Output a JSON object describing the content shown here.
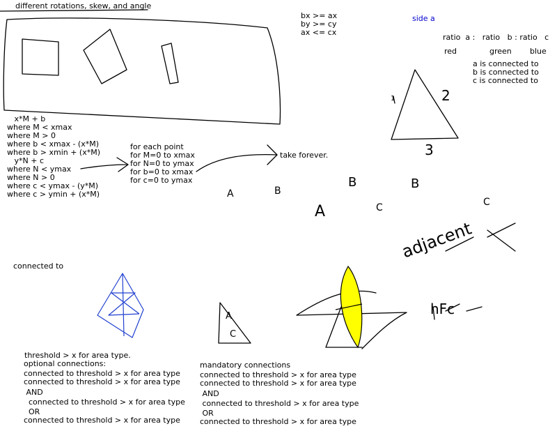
{
  "colors": {
    "ink": "#000000",
    "blue_text": "#0000cc",
    "blue_stroke": "#2040d0",
    "yellow": "#ffff00"
  },
  "header": {
    "title": "different rotations, skew, and angle"
  },
  "conditions": [
    "bx >= ax",
    "by >= cy",
    "ax <= cx"
  ],
  "side_label": "side a",
  "ratio": {
    "line": "ratio  a :   ratio   b : ratio   c",
    "colors": [
      "red",
      "green",
      "blue"
    ],
    "connections": [
      "a is connected to",
      "b is connected to",
      "c is connected to"
    ]
  },
  "triangle_labels": [
    "1",
    "2",
    "3"
  ],
  "equations": [
    "   x*M + b",
    "where M < xmax",
    "where M > 0",
    "where b < xmax - (x*M)",
    "where b > xmin + (x*M)",
    "   y*N + c",
    "where N < ymax",
    "where N > 0",
    "where c < ymax - (y*M)",
    "where c > ymin + (x*M)"
  ],
  "loops": [
    "for each point",
    "for M=0 to xmax",
    "for N=0 to ymax",
    "for b=0 to xmax",
    "for c=0 to ymax"
  ],
  "result": "take forever.",
  "connected_to": "connected to",
  "handwriting": {
    "adjacent": "adjacent",
    "hfc": "hFc"
  },
  "letters": [
    "A",
    "B",
    "B",
    "B",
    "C",
    "A",
    "C",
    "A",
    "C"
  ],
  "optional": {
    "top": "threshold > x for area type.",
    "heading": "optional connections:",
    "lines": [
      "connected to threshold > x for area type",
      "connected to threshold > x for area type",
      " AND",
      "  connected to threshold > x for area type",
      "  OR",
      "connected to threshold > x for area type"
    ]
  },
  "mandatory": {
    "heading": "mandatory connections",
    "lines": [
      "connected to threshold > x for area type",
      "connected to threshold > x for area type",
      " AND",
      " connected to threshold > x for area type",
      " OR",
      "connected to threshold > x for area type"
    ]
  }
}
